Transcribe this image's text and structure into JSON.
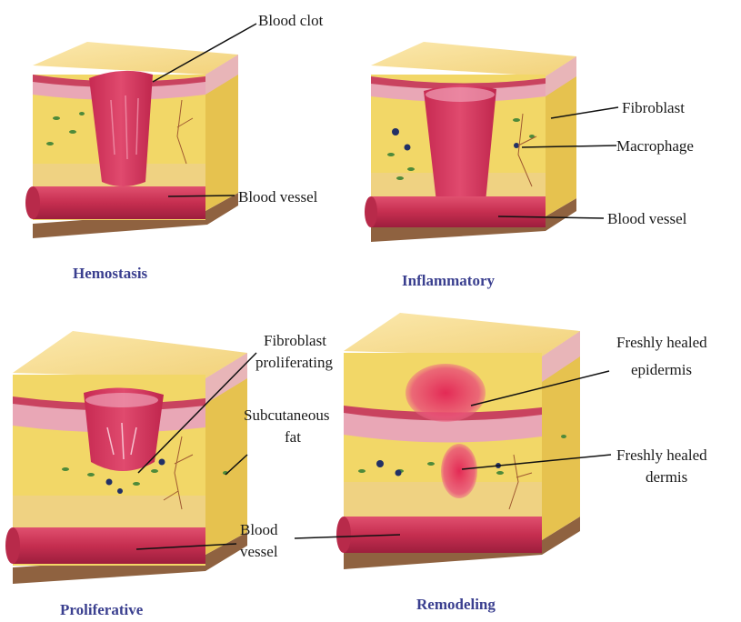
{
  "panels": {
    "hemostasis": {
      "title": "Hemostasis",
      "labels": {
        "blood_clot": "Blood clot",
        "blood_vessel": "Blood vessel"
      }
    },
    "inflammatory": {
      "title": "Inflammatory",
      "labels": {
        "fibroblast": "Fibroblast",
        "macrophage": "Macrophage",
        "blood_vessel": "Blood vessel"
      }
    },
    "proliferative": {
      "title": "Proliferative",
      "labels": {
        "fibroblast_line1": "Fibroblast",
        "fibroblast_line2": "proliferating",
        "subcutaneous_line1": "Subcutaneous",
        "subcutaneous_line2": "fat",
        "vessel_line1": "Blood",
        "vessel_line2": "vessel"
      }
    },
    "remodeling": {
      "title": "Remodeling",
      "labels": {
        "epidermis_line1": "Freshly healed",
        "epidermis_line2": "epidermis",
        "dermis_line1": "Freshly healed",
        "dermis_line2": "dermis"
      }
    }
  },
  "colors": {
    "top_surface": "#f6dc8c",
    "side_yellow": "#f1d75e",
    "dermis_pink": "#e7a3b3",
    "epidermis_red": "#c9435f",
    "clot": "#d6345a",
    "vessel": "#c62e50",
    "base": "#9c6c46",
    "title_blue": "#3a3f8f",
    "cell_green": "#4e8a3a",
    "macrophage": "#223066"
  }
}
